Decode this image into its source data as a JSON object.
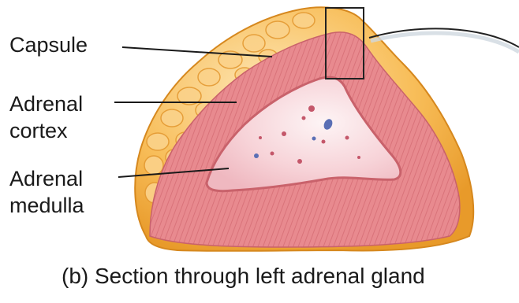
{
  "labels": {
    "capsule": "Capsule",
    "cortex_line1": "Adrenal",
    "cortex_line2": "cortex",
    "medulla_line1": "Adrenal",
    "medulla_line2": "medulla"
  },
  "caption": "(b) Section through left adrenal gland",
  "colors": {
    "capsule_fat": "#f5a623",
    "capsule_fat_light": "#fbd28a",
    "cortex": "#e88a8f",
    "cortex_stripe": "#d9737a",
    "medulla": "#f6cdd2",
    "medulla_center": "#fbeef0",
    "vessel": "#5a6fb5",
    "leader_line": "#1a1a1a",
    "box_outline": "#222222"
  }
}
